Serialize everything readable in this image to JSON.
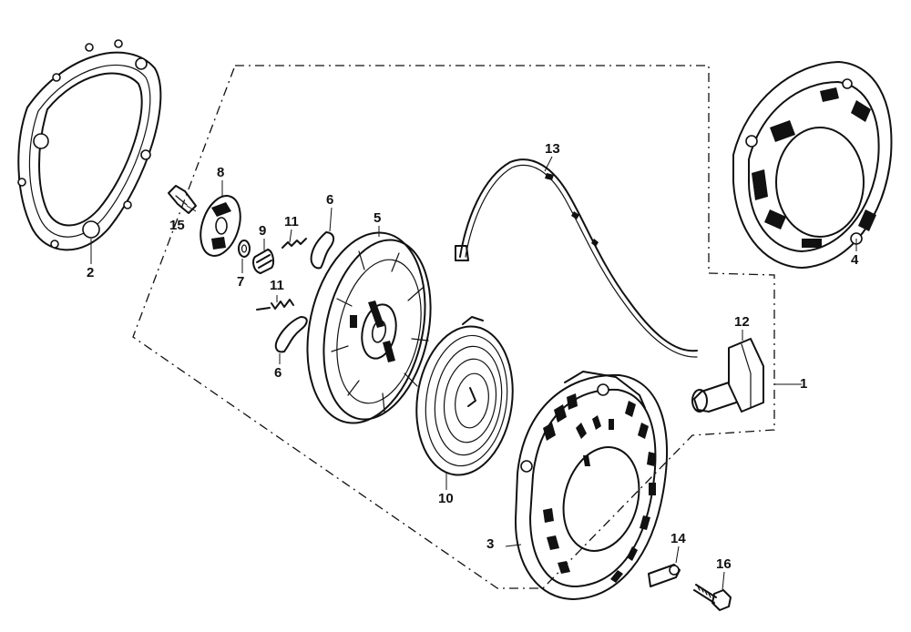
{
  "diagram": {
    "parts": [
      {
        "id": "p1",
        "label": "1"
      },
      {
        "id": "p2",
        "label": "2"
      },
      {
        "id": "p3",
        "label": "3"
      },
      {
        "id": "p4",
        "label": "4"
      },
      {
        "id": "p5",
        "label": "5"
      },
      {
        "id": "p6a",
        "label": "6"
      },
      {
        "id": "p6b",
        "label": "6"
      },
      {
        "id": "p7",
        "label": "7"
      },
      {
        "id": "p8",
        "label": "8"
      },
      {
        "id": "p9",
        "label": "9"
      },
      {
        "id": "p10",
        "label": "10"
      },
      {
        "id": "p11a",
        "label": "11"
      },
      {
        "id": "p11b",
        "label": "11"
      },
      {
        "id": "p12",
        "label": "12"
      },
      {
        "id": "p13",
        "label": "13"
      },
      {
        "id": "p14",
        "label": "14"
      },
      {
        "id": "p15",
        "label": "15"
      },
      {
        "id": "p16",
        "label": "16"
      }
    ]
  }
}
